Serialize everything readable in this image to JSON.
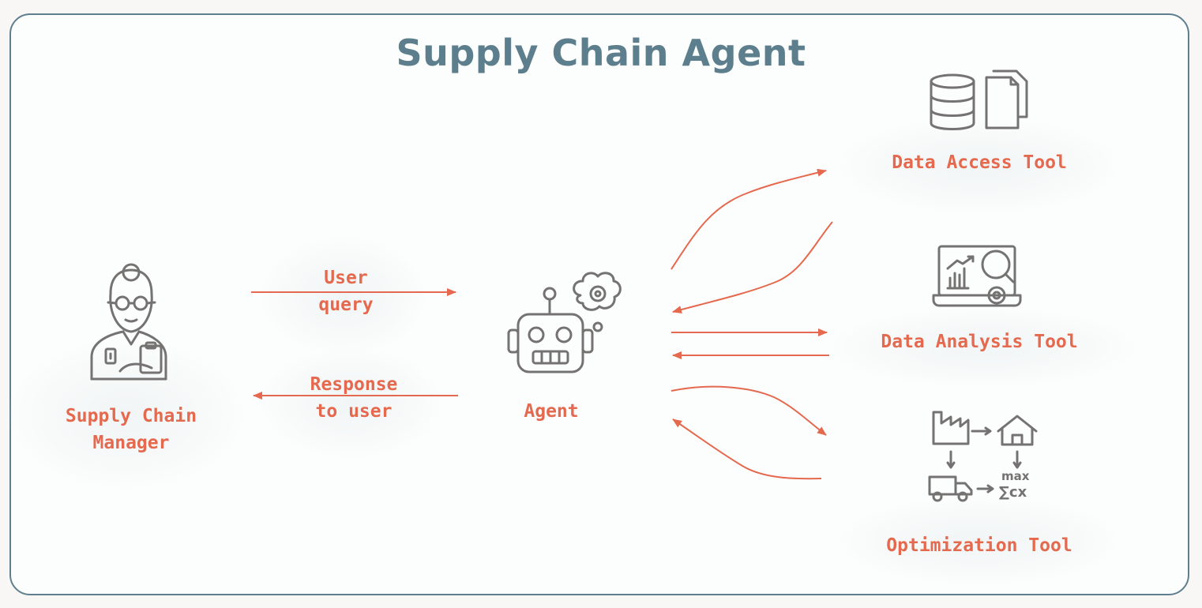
{
  "title": "Supply Chain Agent",
  "nodes": {
    "manager": {
      "line1": "Supply Chain",
      "line2": "Manager",
      "icon": "manager-icon"
    },
    "agent": {
      "label": "Agent",
      "icon": "robot-icon"
    },
    "data_access": {
      "label": "Data Access Tool",
      "icon": "database-icon"
    },
    "data_analysis": {
      "label": "Data Analysis Tool",
      "icon": "analytics-icon"
    },
    "optimization": {
      "label": "Optimization Tool",
      "icon": "optimization-icon"
    }
  },
  "edges": {
    "user_query": {
      "line1": "User",
      "line2": "query"
    },
    "response": {
      "line1": "Response",
      "line2": "to user"
    }
  },
  "optimization_formula": {
    "top": "max",
    "bottom": "∑cx"
  },
  "colors": {
    "accent": "#e4694e",
    "title": "#5d7f8d",
    "icon": "#757272",
    "border": "#5f7f8e"
  }
}
